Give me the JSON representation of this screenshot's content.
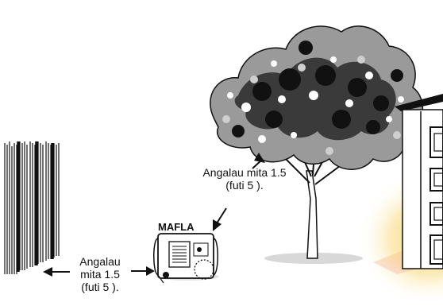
{
  "generator_label": "MAFLA",
  "tree_clearance": {
    "line1": "Angalau mita 1.5",
    "line2": "(futi 5 )."
  },
  "wall_clearance": {
    "line1": "Angalau",
    "line2": "mita 1.5",
    "line3": "(futi 5 )."
  },
  "colors": {
    "ink": "#111111",
    "accent_glow": "#f6c83a"
  }
}
